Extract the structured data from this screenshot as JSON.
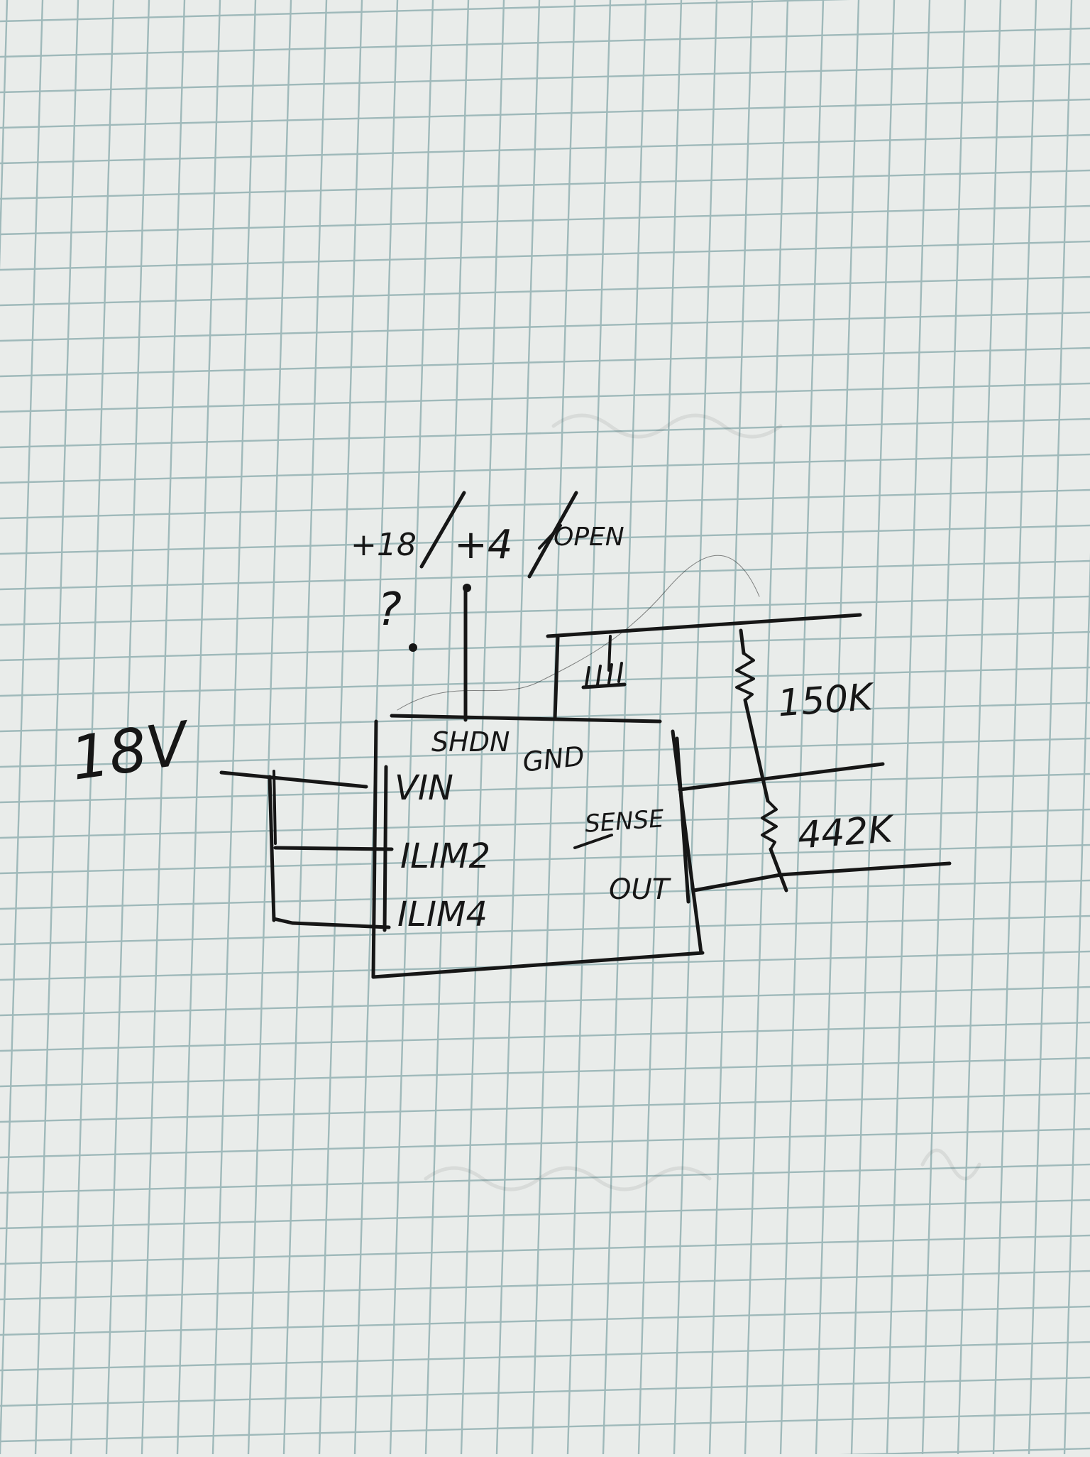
{
  "sheet": {
    "paper_color": "#e9ecea",
    "grid_color": "#9fb9ba",
    "ink_color": "#161616"
  },
  "schematic": {
    "supply_label": "18V",
    "top_label_1": "+18",
    "top_label_2": "+4",
    "top_label_3": "OPEN",
    "question_mark": "?",
    "pins": {
      "shdn": "SHDN",
      "gnd": "GND",
      "vin": "VIN",
      "ilim2": "ILIM2",
      "ilim4": "ILIM4",
      "sense": "SENSE",
      "out": "OUT"
    },
    "resistors": {
      "r_top": "150K",
      "r_bottom": "442K"
    }
  }
}
